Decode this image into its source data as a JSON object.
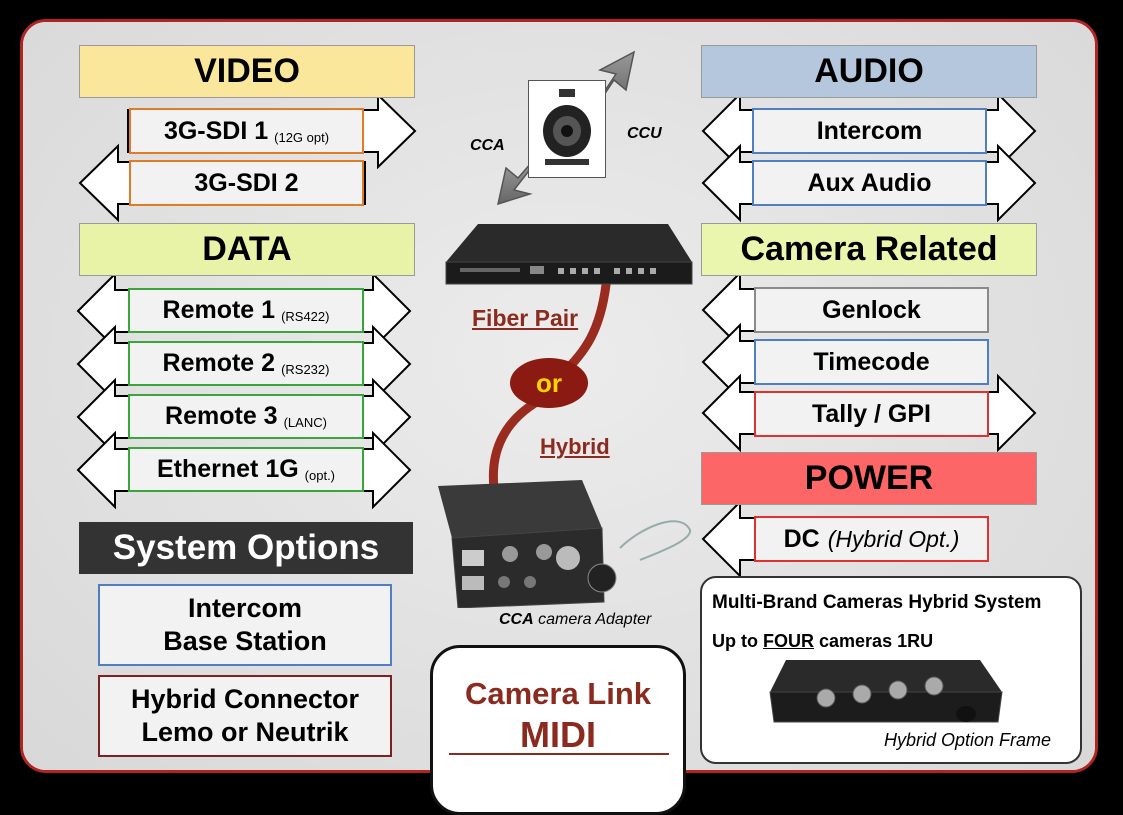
{
  "video": {
    "title": "VIDEO",
    "sdi1": "3G-SDI 1",
    "sdi1_note": "(12G opt)",
    "sdi2": "3G-SDI 2"
  },
  "data": {
    "title": "DATA",
    "remote1": "Remote 1",
    "remote1_note": "(RS422)",
    "remote2": "Remote 2",
    "remote2_note": "(RS232)",
    "remote3": "Remote 3",
    "remote3_note": "(LANC)",
    "ethernet": "Ethernet 1G",
    "ethernet_note": "(opt.)"
  },
  "audio": {
    "title": "AUDIO",
    "intercom": "Intercom",
    "aux": "Aux Audio"
  },
  "camera_related": {
    "title": "Camera Related",
    "genlock": "Genlock",
    "timecode": "Timecode",
    "tally": "Tally / GPI"
  },
  "power": {
    "title": "POWER",
    "dc": "DC",
    "dc_note": "(Hybrid Opt.)"
  },
  "system_options": {
    "title": "System Options",
    "base_line1": "Intercom",
    "base_line2": "Base Station",
    "conn_line1": "Hybrid Connector",
    "conn_line2": "Lemo or Neutrik"
  },
  "center": {
    "cca": "CCA",
    "ccu": "CCU",
    "fiber": "Fiber Pair",
    "or": "or",
    "hybrid": "Hybrid",
    "adapter_bold": "CCA",
    "adapter_rest": "camera Adapter"
  },
  "brand": {
    "line1": "Multi-Brand Cameras Hybrid System",
    "line2_pre": "Up to",
    "line2_em": "FOUR",
    "line2_post": "cameras 1RU",
    "frame": "Hybrid Option Frame"
  },
  "camera_link": {
    "line1": "Camera Link",
    "line2": "MIDI"
  },
  "colors": {
    "video": "#fbe79c",
    "data": "#e9f3a8",
    "audio": "#b4c7dc",
    "camera_related": "#eaf5ad",
    "power": "#fd6666",
    "system": "#333333",
    "maroon": "#8b2b1f"
  }
}
